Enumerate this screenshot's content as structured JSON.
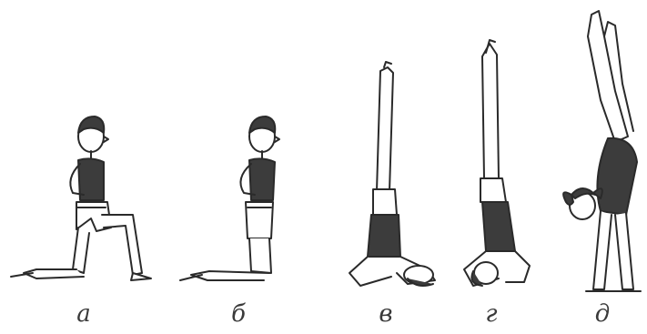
{
  "figures": [
    {
      "label": "а",
      "pose": "half-kneeling"
    },
    {
      "label": "б",
      "pose": "kneeling"
    },
    {
      "label": "в",
      "pose": "headstand-on-shoulders"
    },
    {
      "label": "г",
      "pose": "headstand"
    },
    {
      "label": "д",
      "pose": "handstand-arch"
    }
  ],
  "colors": {
    "ink": "#2a2a2a",
    "fill_dark": "#3c3c3c",
    "skin": "#ffffff"
  }
}
